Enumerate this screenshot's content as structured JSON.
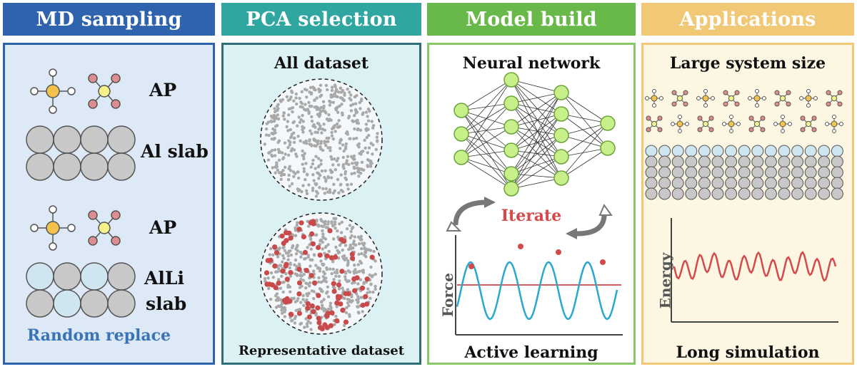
{
  "colors": {
    "md_header": "#2f63ad",
    "md_border": "#2f63ad",
    "md_fill": "#dde9f6",
    "pca_header": "#2fa6a0",
    "pca_border": "#2f6f7a",
    "pca_fill": "#dcf1f4",
    "model_header": "#69b84a",
    "model_border": "#8cc86a",
    "model_fill": "#ffffff",
    "app_header": "#f1c976",
    "app_border": "#f1c976",
    "app_fill": "#fdf6e3",
    "accent_red": "#d44a4a",
    "wave_blue": "#2aa8d0",
    "gray_atom": "#c8c8c8",
    "light_blue_atom": "#cfe6f0",
    "neuron_green": "#c8f08a"
  },
  "panels": {
    "md": {
      "title": "MD sampling",
      "ap_label_1": "AP",
      "slab_label_1": "Al slab",
      "ap_label_2": "AP",
      "slab_label_2a": "AlLi",
      "slab_label_2b": "slab",
      "footer": "Random replace"
    },
    "pca": {
      "title": "PCA selection",
      "top_label": "All dataset",
      "bottom_label": "Representative dataset"
    },
    "model": {
      "title": "Model build",
      "top_label": "Neural network",
      "iterate_label": "Iterate",
      "axis_label": "Force",
      "bottom_label": "Active learning"
    },
    "app": {
      "title": "Applications",
      "top_label": "Large system size",
      "axis_label": "Energy",
      "bottom_label": "Long simulation"
    }
  }
}
